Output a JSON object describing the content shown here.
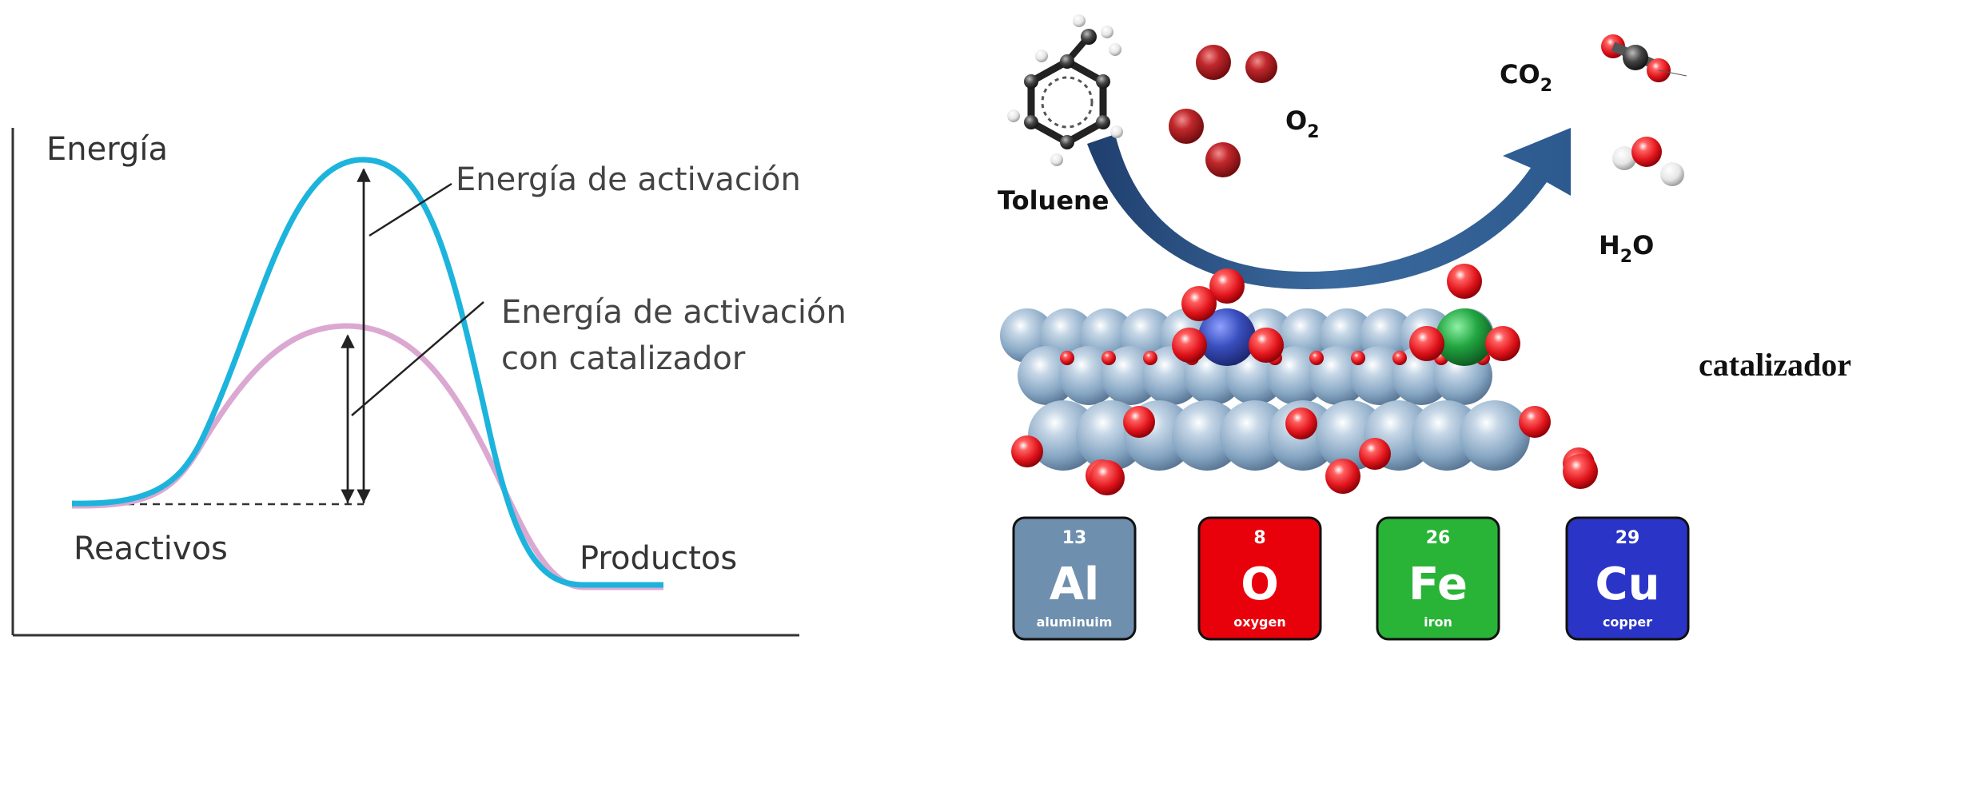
{
  "energy_diagram": {
    "y_axis_label": "Energía",
    "activation_label": "Energía de activación",
    "catalyst_activation_label_line1": "Energía de activación",
    "catalyst_activation_label_line2": "con catalizador",
    "reactants_label": "Reactivos",
    "products_label": "Productos",
    "colors": {
      "uncatalyzed_curve": "#1cb4dc",
      "catalyzed_curve": "#dba8d2",
      "axis": "#333333"
    }
  },
  "reaction_scheme": {
    "reactant_label": "Toluene",
    "oxygen_label": "O",
    "oxygen_subscript": "2",
    "co2_label": "CO",
    "co2_subscript": "2",
    "water_label_h": "H",
    "water_subscript": "2",
    "water_label_o": "O",
    "catalyst_label": "catalizador",
    "colors": {
      "arrow": "#2f5d8f",
      "surface_atom": "#8fb1cf",
      "oxygen_atom": "#e0141b",
      "copper_atom": "#3a4fbf",
      "iron_atom": "#22a540"
    }
  },
  "elements": [
    {
      "number": "13",
      "symbol": "Al",
      "name": "aluminuim",
      "color": "#6f8fae"
    },
    {
      "number": "8",
      "symbol": "O",
      "name": "oxygen",
      "color": "#e8000b"
    },
    {
      "number": "26",
      "symbol": "Fe",
      "name": "iron",
      "color": "#29b438"
    },
    {
      "number": "29",
      "symbol": "Cu",
      "name": "copper",
      "color": "#2a35c8"
    }
  ]
}
